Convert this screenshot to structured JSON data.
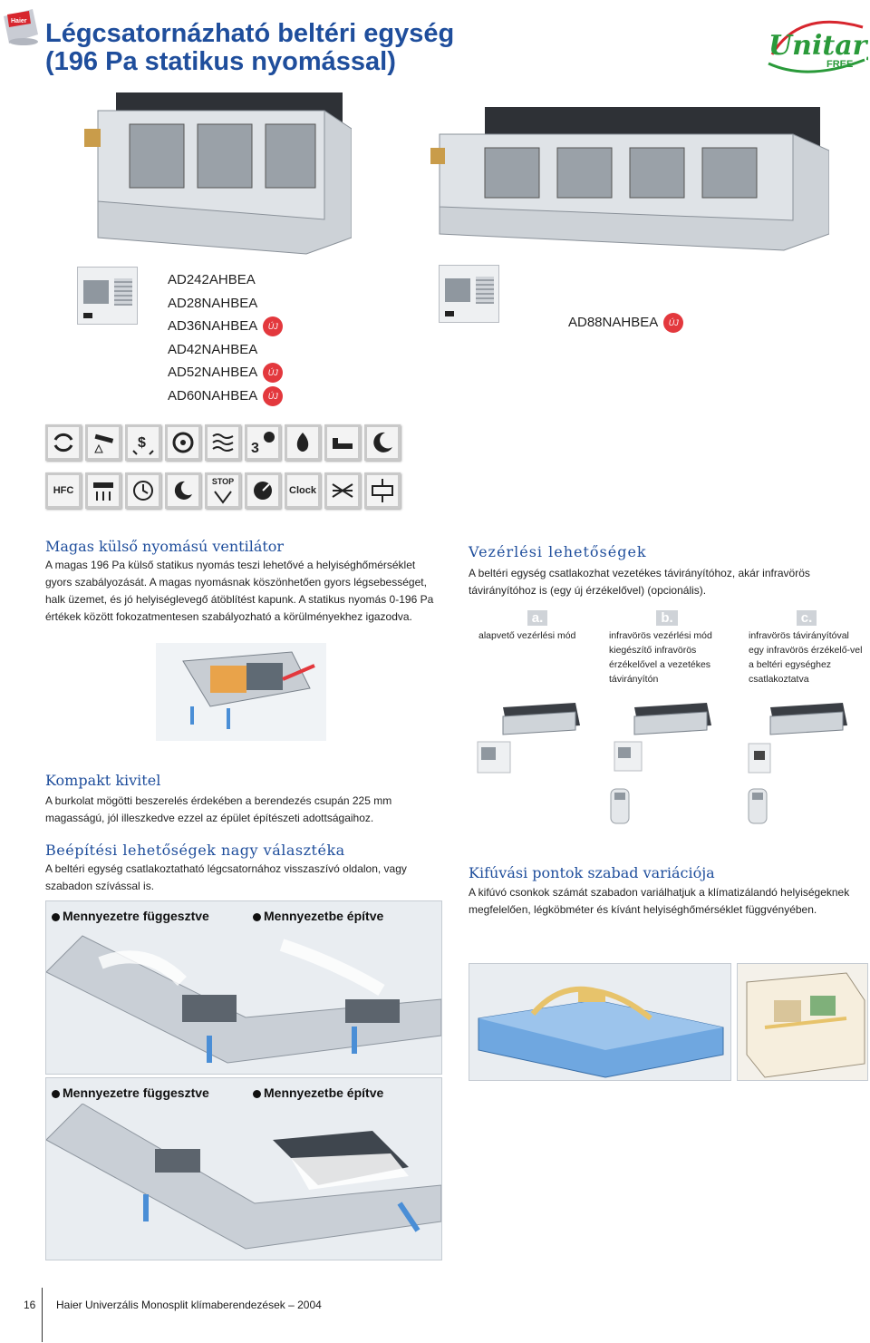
{
  "header": {
    "badge_text": "Haier",
    "title_line1": "Légcsatornázható beltéri egység",
    "title_line2": "(196 Pa statikus nyomással)",
    "logo_word": "Unitary",
    "logo_sub": "FREE"
  },
  "products": {
    "left_models": [
      {
        "name": "AD242AHBEA",
        "new": false
      },
      {
        "name": "AD28NAHBEA",
        "new": false
      },
      {
        "name": "AD36NAHBEA",
        "new": true
      },
      {
        "name": "AD42NAHBEA",
        "new": false
      },
      {
        "name": "AD52NAHBEA",
        "new": true
      },
      {
        "name": "AD60NAHBEA",
        "new": true
      }
    ],
    "right_model": {
      "name": "AD88NAHBEA",
      "new": true
    },
    "new_label": "ÚJ"
  },
  "feature_icons_row2": {
    "hfc_label": "HFC",
    "stop_label": "STOP",
    "clock_label": "Clock"
  },
  "sections": {
    "fan": {
      "title": "Magas külső nyomású ventilátor",
      "text": "A magas 196 Pa külső statikus nyomás teszi lehetővé a helyiséghőmérséklet gyors szabályozását. A magas nyomásnak köszönhetően gyors légsebességet, halk üzemet, és jó helyiséglevegő átöblítést kapunk. A statikus nyomás 0-196 Pa értékek között fokozatmentesen szabályozható a körülményekhez igazodva."
    },
    "control": {
      "title": "Vezérlési lehetőségek",
      "text": "A beltéri egység csatlakozhat vezetékes távirányítóhoz, akár infravörös távirányítóhoz is (egy új érzékelővel) (opcionális).",
      "options": [
        {
          "letter": "a.",
          "label": "alapvető vezérlési mód"
        },
        {
          "letter": "b.",
          "label": "infravörös vezérlési mód kiegészítő infravörös érzékelővel a vezetékes távirányítón"
        },
        {
          "letter": "c.",
          "label": "infravörös távirányítóval egy infravörös érzékelő-vel a beltéri egységhez csatlakoztatva"
        }
      ]
    },
    "compact": {
      "title": "Kompakt kivitel",
      "text": "A burkolat mögötti beszerelés érdekében a berendezés csupán 225 mm magasságú, jól illeszkedve ezzel az épület építészeti adottságaihoz."
    },
    "install": {
      "title": "Beépítési lehetőségek nagy választéka",
      "text": "A beltéri egység csatlakoztatható légcsatornához visszaszívó oldalon, vagy szabadon szívással is.",
      "label_hung": "Mennyezetre függesztve",
      "label_built": "Mennyezetbe építve"
    },
    "outlet": {
      "title": "Kifúvási pontok szabad variációja",
      "text": "A kifúvó csonkok számát szabadon variálhatjuk a klímatizálandó helyiségeknek megfelelően, légköbméter és kívánt helyiséghőmérséklet függvényében."
    }
  },
  "footer": {
    "page_number": "16",
    "text": "Haier Univerzális Monosplit klímaberendezések – 2004"
  },
  "colors": {
    "title_blue": "#1f4e9c",
    "new_red": "#e3383d",
    "arrow_blue": "#4a8ed6"
  }
}
